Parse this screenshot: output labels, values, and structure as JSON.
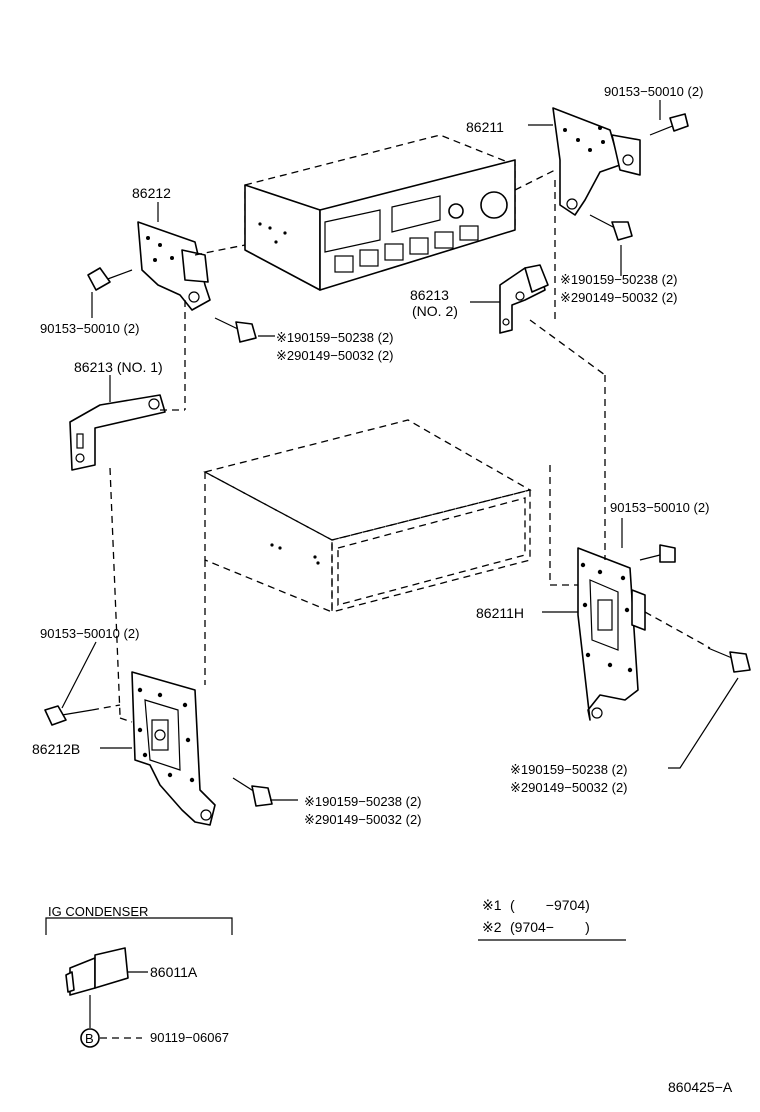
{
  "labels": {
    "bracket_86211": "86211",
    "bracket_86212": "86212",
    "bracket_86213_no2": "86213",
    "bracket_86213_no2_sub": "(NO. 2)",
    "bracket_86213_no1": "86213 (NO. 1)",
    "bracket_86211h": "86211H",
    "bracket_86212b": "86212B",
    "screw_top_right": "90153−50010 (2)",
    "screw_left": "90153−50010 (2)",
    "screw_mid_right": "90153−50010 (2)",
    "screw_lower_left": "90153−50010 (2)",
    "bolt_a1": "※190159−50238 (2)",
    "bolt_a2": "※290149−50032 (2)",
    "bolt_b1": "※190159−50238 (2)",
    "bolt_b2": "※290149−50032 (2)",
    "bolt_c1": "※190159−50238 (2)",
    "bolt_c2": "※290149−50032 (2)",
    "bolt_d1": "※190159−50238 (2)",
    "bolt_d2": "※290149−50032 (2)",
    "ig_condenser_title": "IG CONDENSER",
    "condenser_part": "86011A",
    "condenser_screw": "90119−06067",
    "condenser_screw_marker": "B",
    "legend_1_mark": "※1",
    "legend_1_range": "(        −9704)",
    "legend_2_mark": "※2",
    "legend_2_range": "(9704−        )",
    "diagram_code": "860425−A"
  }
}
